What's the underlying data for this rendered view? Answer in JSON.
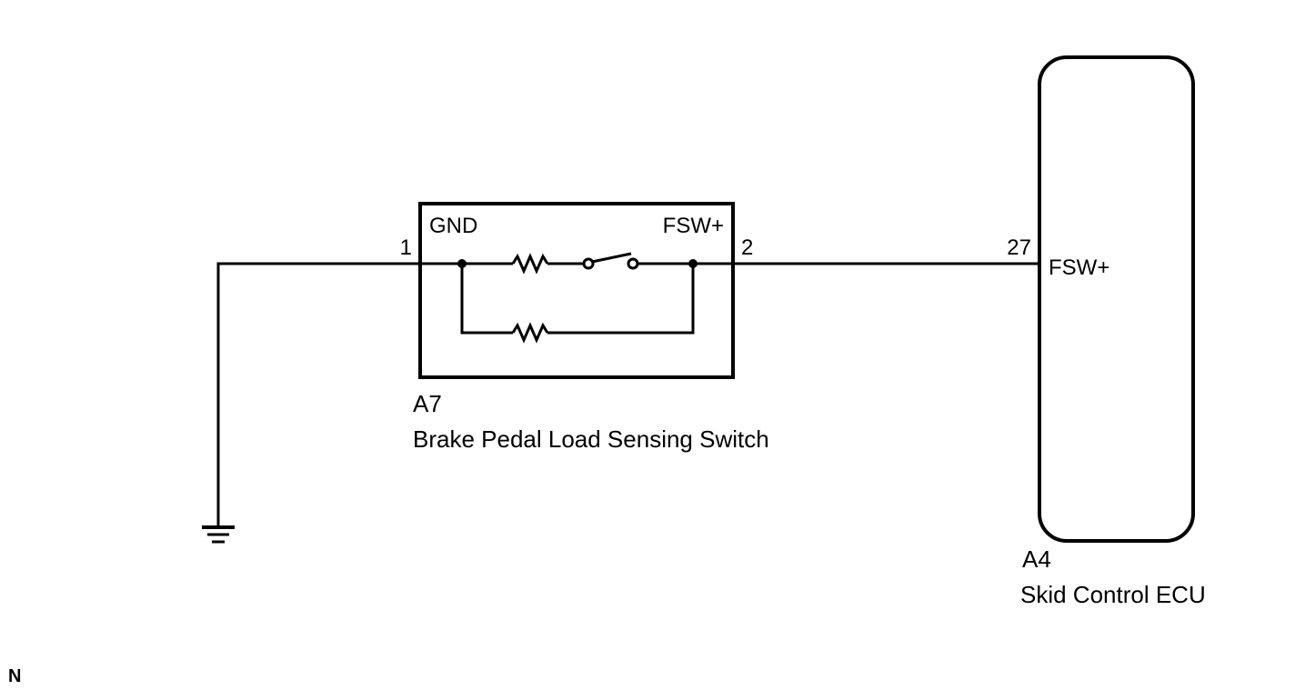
{
  "switch_component": {
    "ref": "A7",
    "name": "Brake Pedal Load Sensing Switch",
    "pin_left_name": "GND",
    "pin_right_name": "FSW+",
    "pin_left_number": "1",
    "pin_right_number": "2"
  },
  "ecu_component": {
    "ref": "A4",
    "name": "Skid Control ECU",
    "pin_name": "FSW+",
    "pin_number": "27"
  },
  "corner_mark": "N",
  "colors": {
    "line": "#000000",
    "background": "#ffffff"
  },
  "icons": [
    "ground-icon",
    "resistor-icon",
    "switch-icon"
  ]
}
